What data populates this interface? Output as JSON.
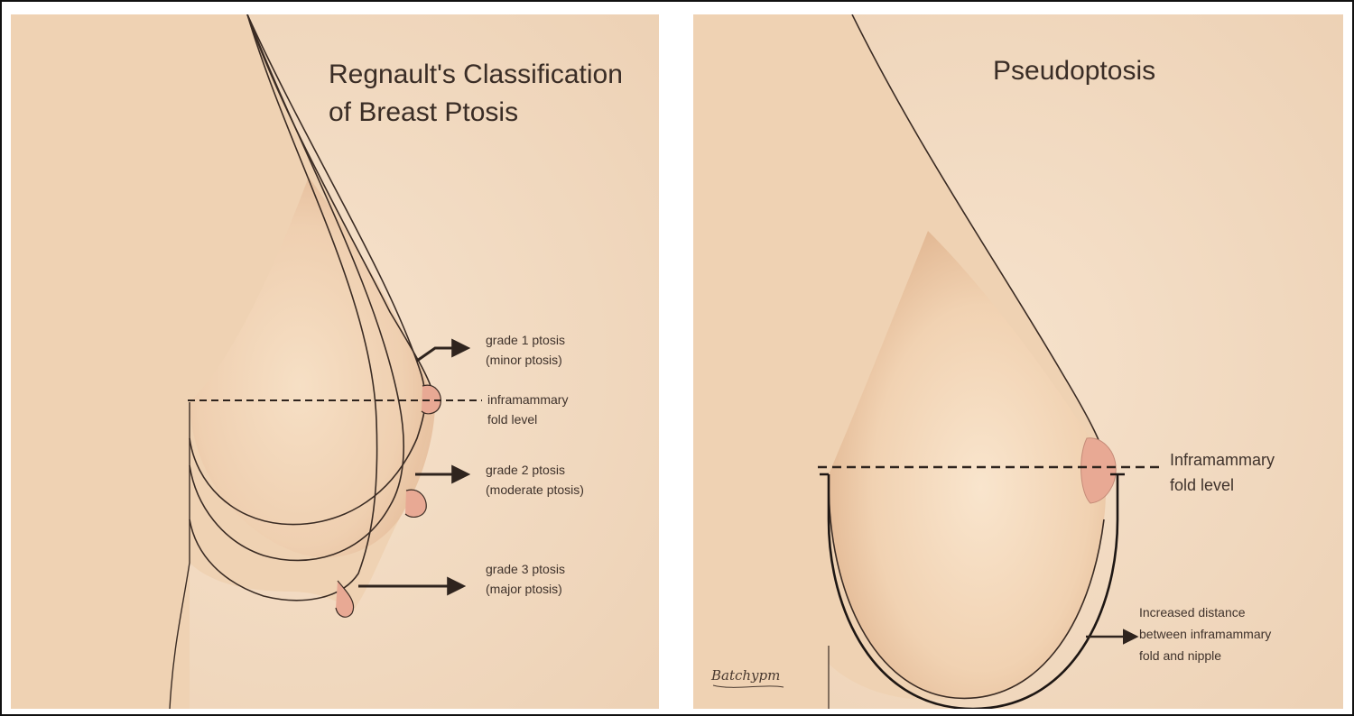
{
  "left_panel": {
    "title_line1": "Regnault's Classification",
    "title_line2": "of Breast Ptosis",
    "grade1_line1": "grade 1 ptosis",
    "grade1_line2": "(minor ptosis)",
    "fold_line1": "inframammary",
    "fold_line2": "fold level",
    "grade2_line1": "grade 2 ptosis",
    "grade2_line2": "(moderate ptosis)",
    "grade3_line1": "grade 3 ptosis",
    "grade3_line2": "(major ptosis)"
  },
  "right_panel": {
    "title": "Pseudoptosis",
    "fold_line1": "Inframammary",
    "fold_line2": "fold level",
    "distance_line1": "Increased distance",
    "distance_line2": "between inframammary",
    "distance_line3": "fold and nipple",
    "signature": "Batchypm"
  },
  "colors": {
    "background": "#f3dcc3",
    "skin": "#f0d3b4",
    "nipple": "#e6a893",
    "line": "#3b2c24"
  }
}
